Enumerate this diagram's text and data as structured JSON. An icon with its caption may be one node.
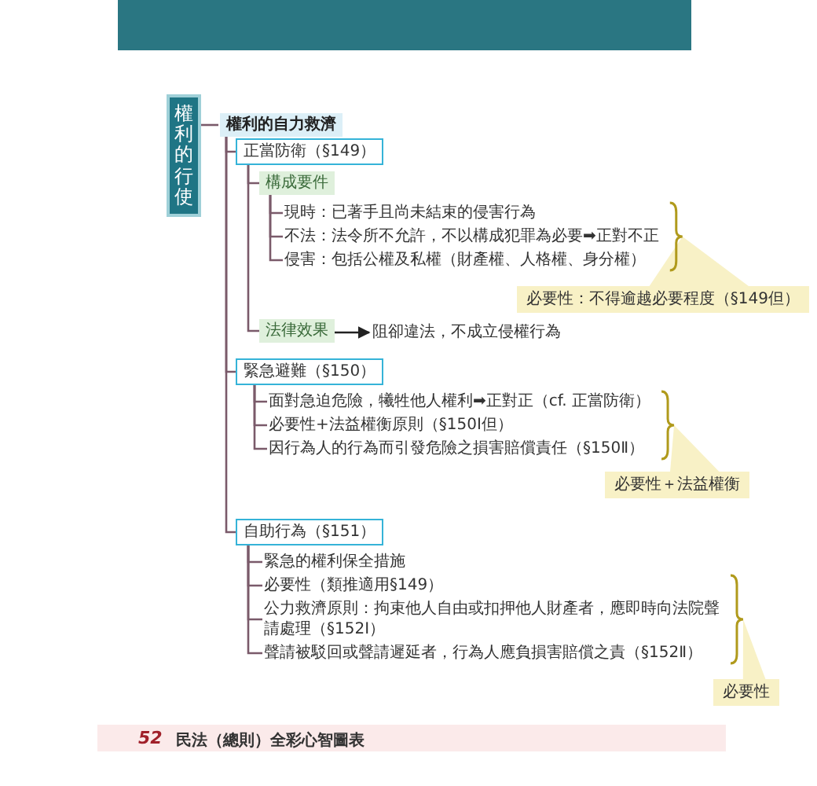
{
  "diagram": {
    "nodes": [
      {
        "text": [
          "權利的行使"
        ]
      },
      {
        "text": [
          "權利的自力救濟"
        ]
      },
      {
        "text": [
          "正當防衛（§149）"
        ]
      },
      {
        "text": [
          "構成要件"
        ]
      },
      {
        "text": [
          "現時：已著手且尚未結束的侵害行為"
        ]
      },
      {
        "text": [
          "不法：法令所不允許，不以構成犯罪為必要➡正對不正"
        ]
      },
      {
        "text": [
          "侵害：包括公權及私權（財產權、人格權、身分權）"
        ]
      },
      {
        "text": [
          "必要性：不得逾越必要程度（§149但）"
        ]
      },
      {
        "text": [
          "法律效果"
        ]
      },
      {
        "text": [
          "阻卻違法，不成立侵權行為"
        ]
      },
      {
        "text": [
          "緊急避難（§150）"
        ]
      },
      {
        "text": [
          "面對急迫危險，犧牲他人權利➡正對正（cf. 正當防衛）"
        ]
      },
      {
        "text": [
          "必要性+法益權衡原則（§150Ⅰ但）"
        ]
      },
      {
        "text": [
          "因行為人的行為而引發危險之損害賠償責任（§150Ⅱ）"
        ]
      },
      {
        "text": [
          "必要性＋法益權衡"
        ]
      },
      {
        "text": [
          "自助行為（§151）"
        ]
      },
      {
        "text": [
          "緊急的權利保全措施"
        ]
      },
      {
        "text": [
          "必要性（類推適用§149）"
        ]
      },
      {
        "text": [
          "公力救濟原則：拘束他人自由或扣押他人財產者，應即時向法院聲請處理（§152Ⅰ）"
        ]
      },
      {
        "text": [
          "聲請被駁回或聲請遲延者，行為人應負損害賠償之責（§152Ⅱ）"
        ]
      },
      {
        "text": [
          "必要性"
        ]
      }
    ],
    "edges": [
      {
        "from": 0,
        "to": 1,
        "arrow": "none"
      },
      {
        "from": 1,
        "to": 2,
        "arrow": "none"
      },
      {
        "from": 1,
        "to": 10,
        "arrow": "none"
      },
      {
        "from": 1,
        "to": 15,
        "arrow": "none"
      },
      {
        "from": 2,
        "to": 3,
        "arrow": "none"
      },
      {
        "from": 2,
        "to": 8,
        "arrow": "none"
      },
      {
        "from": 3,
        "to": 4,
        "arrow": "none"
      },
      {
        "from": 3,
        "to": 5,
        "arrow": "none"
      },
      {
        "from": 3,
        "to": 6,
        "arrow": "none"
      },
      {
        "from": 8,
        "to": 9,
        "arrow": "to"
      },
      {
        "from": 10,
        "to": 11,
        "arrow": "none"
      },
      {
        "from": 10,
        "to": 12,
        "arrow": "none"
      },
      {
        "from": 10,
        "to": 13,
        "arrow": "none"
      },
      {
        "from": 15,
        "to": 16,
        "arrow": "none"
      },
      {
        "from": 15,
        "to": 17,
        "arrow": "none"
      },
      {
        "from": 15,
        "to": 18,
        "arrow": "none"
      },
      {
        "from": 15,
        "to": 19,
        "arrow": "none"
      }
    ],
    "labels": [
      "52",
      "民法（總則）全彩心智圖表"
    ]
  }
}
